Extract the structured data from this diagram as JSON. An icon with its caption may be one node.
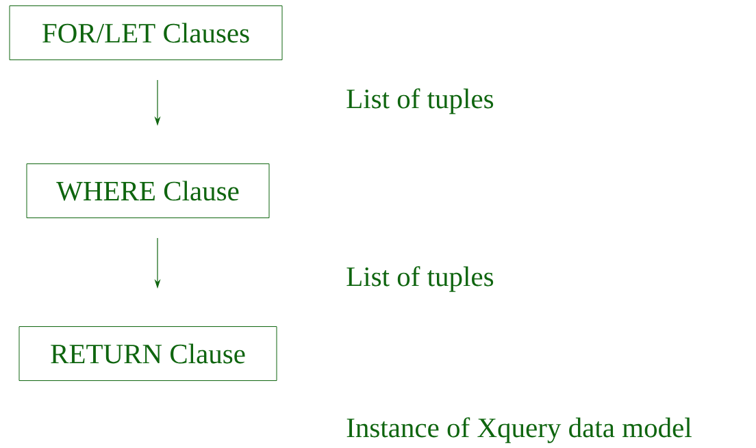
{
  "diagram": {
    "nodes": [
      {
        "text": [
          "FOR/LET Clauses"
        ]
      },
      {
        "text": [
          "WHERE Clause"
        ]
      },
      {
        "text": [
          "RETURN Clause"
        ]
      }
    ],
    "edges": [
      {
        "from": 0,
        "to": 1,
        "arrow": "to"
      },
      {
        "from": 1,
        "to": 2,
        "arrow": "to"
      }
    ],
    "labels": [
      "List of tuples",
      "List of tuples",
      "Instance of Xquery data model"
    ]
  }
}
